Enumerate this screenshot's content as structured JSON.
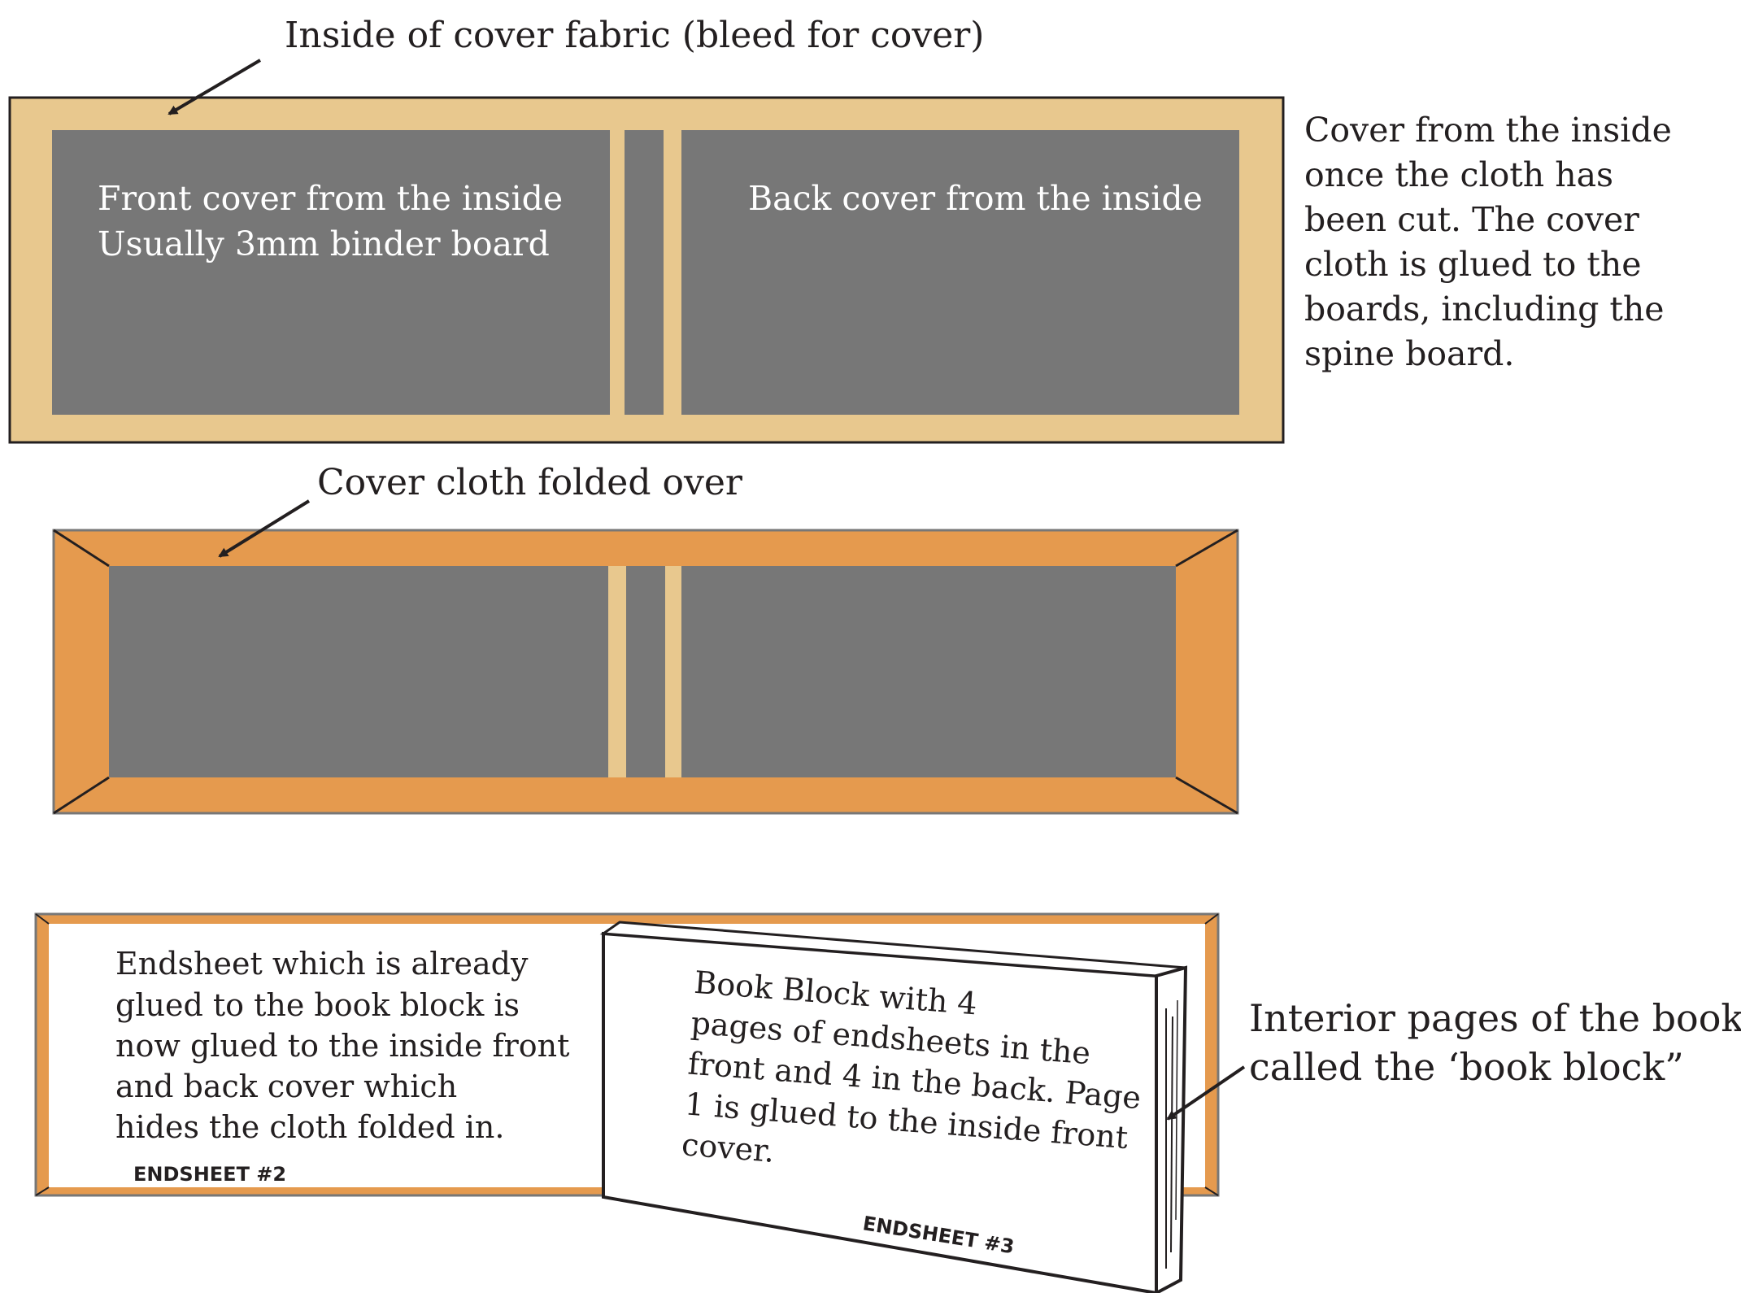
{
  "colors": {
    "fabric": "#E8C88E",
    "folded_cloth": "#E59A4E",
    "board": "#777777",
    "outline": "#231F20",
    "page_text_white": "#FFFFFF"
  },
  "panel1": {
    "callout": "Inside of cover fabric (bleed for cover)",
    "front_line1": "Front cover from the inside",
    "front_line2": "Usually 3mm binder board",
    "back_label": "Back cover from the inside",
    "side_note": [
      "Cover from the inside",
      "once the cloth has",
      "been cut. The cover",
      "cloth is glued to the",
      "boards, including the",
      "spine board."
    ]
  },
  "panel2": {
    "callout": "Cover cloth folded over"
  },
  "panel3": {
    "endsheet_text": [
      "Endsheet which is already",
      "glued to the book block is",
      "now glued to the inside front",
      "and back cover which",
      "hides the cloth folded in."
    ],
    "endsheet_left_label": "ENDSHEET #2",
    "book_block_text": [
      "Book Block with 4",
      "pages of endsheets in the",
      "front and 4 in the back. Page",
      "1 is glued to the inside front",
      "cover."
    ],
    "endsheet_right_label": "ENDSHEET #3",
    "interior_callout": [
      "Interior pages of the book",
      "called the ‘book block”"
    ]
  },
  "icons": [
    "arrow-icon"
  ]
}
